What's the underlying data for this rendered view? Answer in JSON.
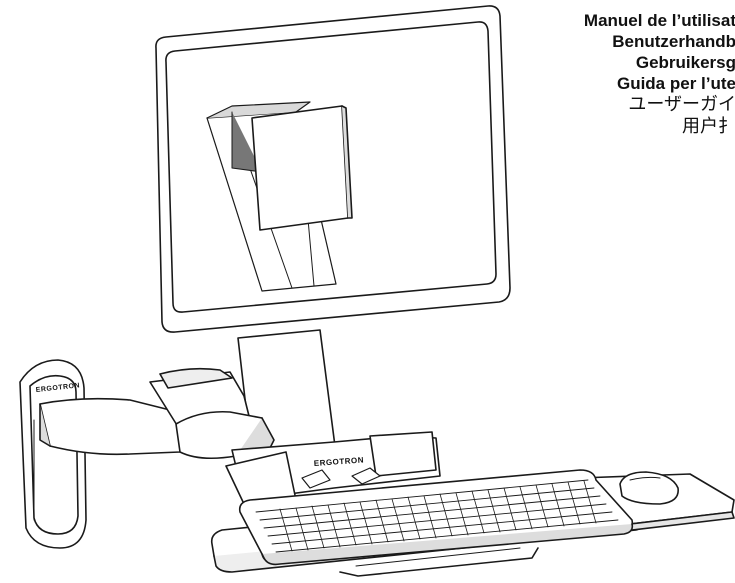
{
  "guide_titles": {
    "french": "Manuel de l’utilisat",
    "german": "Benutzerhandb",
    "dutch": "Gebruikersg",
    "italian": "Guida per l’ute",
    "japanese": "ユーザーガイ",
    "chinese": "用户扌"
  },
  "product": {
    "brand_logo_text": "ERGOTRON",
    "logo_placements": [
      "wall-mount",
      "keyboard-tray"
    ]
  },
  "colors": {
    "line": "#1a1a1a",
    "fill": "#ffffff",
    "shade": "#e6e6e6",
    "dark_shade": "#bcbcbc"
  }
}
